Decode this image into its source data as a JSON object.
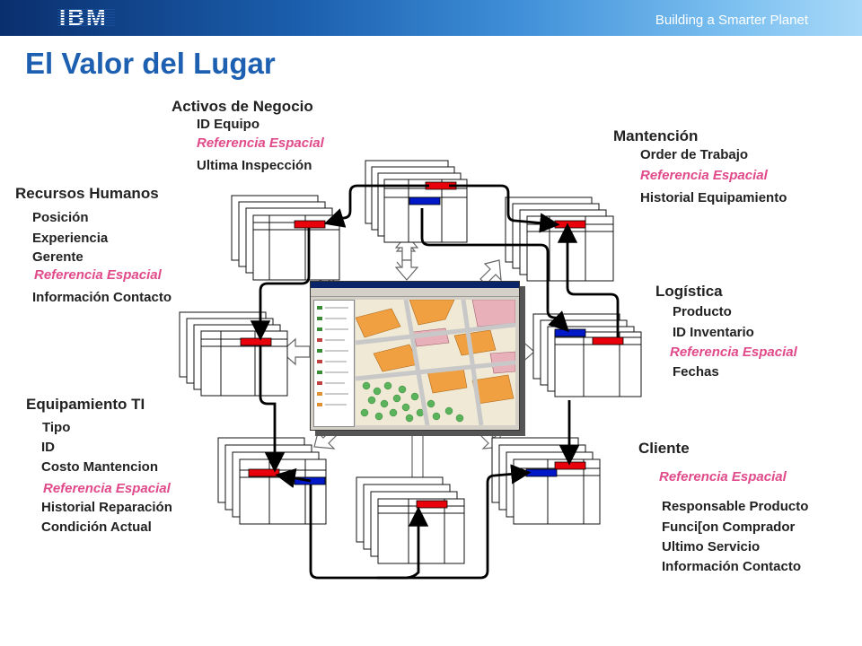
{
  "header": {
    "logo": "IBM",
    "tagline": "Building a Smarter Planet"
  },
  "title": "El Valor del Lugar",
  "groups": {
    "activos": {
      "heading": "Activos de Negocio",
      "items": [
        "ID Equipo",
        "Referencia Espacial",
        "Ultima Inspección"
      ]
    },
    "mantencion": {
      "heading": "Mantención",
      "items": [
        "Order de Trabajo",
        "Referencia Espacial",
        "Historial Equipamiento"
      ]
    },
    "recursos": {
      "heading": "Recursos Humanos",
      "items": [
        "Posición",
        "Experiencia",
        "Gerente",
        "Referencia Espacial",
        "Información Contacto"
      ]
    },
    "logistica": {
      "heading": "Logística",
      "items": [
        "Producto",
        "ID Inventario",
        "Referencia Espacial",
        "Fechas"
      ]
    },
    "equipamiento": {
      "heading": "Equipamiento TI",
      "items": [
        "Tipo",
        "ID",
        "Costo Mantencion",
        "Referencia Espacial",
        "Historial Reparación",
        "Condición Actual"
      ]
    },
    "cliente": {
      "heading": "Cliente",
      "items": [
        "Referencia Espacial",
        "Responsable Producto",
        "Funci[on Comprador",
        "Ultimo Servicio",
        "Información Contacto"
      ]
    }
  },
  "colors": {
    "accent_title": "#1d5fb0",
    "spatial_ref": "#e04a8a",
    "key_red": "#e8000a",
    "key_blue": "#0018c8"
  }
}
